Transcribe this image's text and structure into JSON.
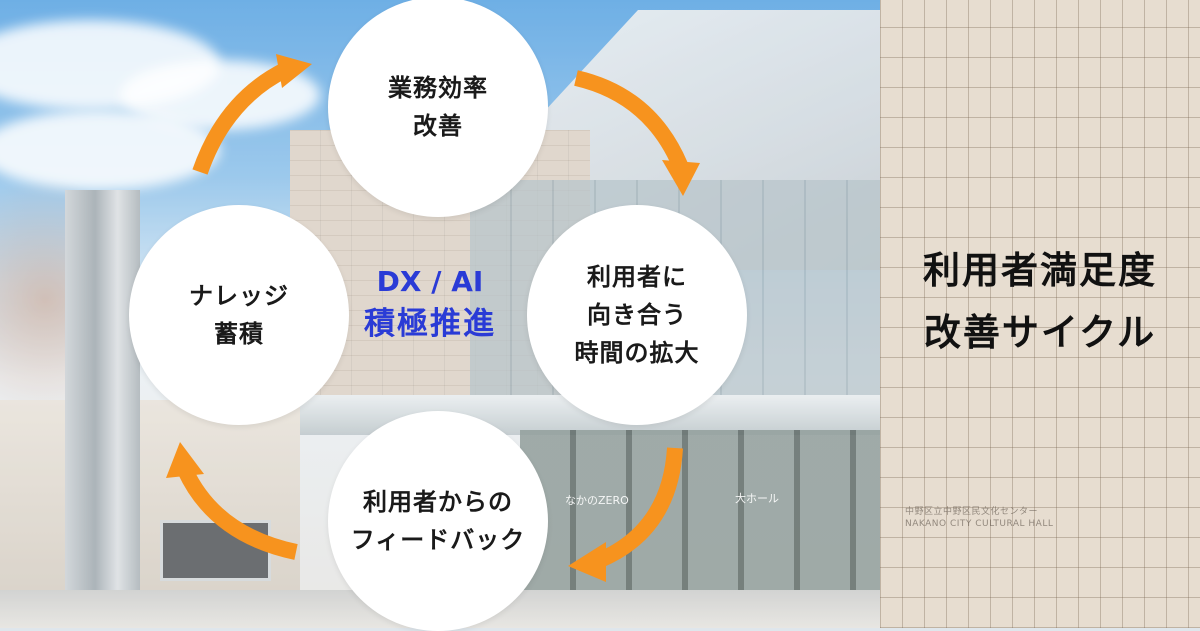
{
  "colors": {
    "arrow": "#f7931e",
    "circle_fill": "#ffffff",
    "center_text": "#2a3bd6",
    "title_text": "#111111"
  },
  "cycle": {
    "center": {
      "line1": "DX / AI",
      "line2": "積極推進"
    },
    "steps": [
      {
        "id": "efficiency",
        "label": "業務効率\n改善"
      },
      {
        "id": "time",
        "label": "利用者に\n向き合う\n時間の拡大"
      },
      {
        "id": "feedback",
        "label": "利用者からの\nフィードバック"
      },
      {
        "id": "knowledge",
        "label": "ナレッジ\n蓄積"
      }
    ]
  },
  "side_title": {
    "line1": "利用者満足度",
    "line2": "改善サイクル"
  },
  "photo_signs": {
    "zero": "なかのZERO",
    "hall": "大ホール",
    "engraving_jp": "中野区立中野区民文化センター",
    "engraving_en": "NAKANO CITY CULTURAL HALL"
  }
}
